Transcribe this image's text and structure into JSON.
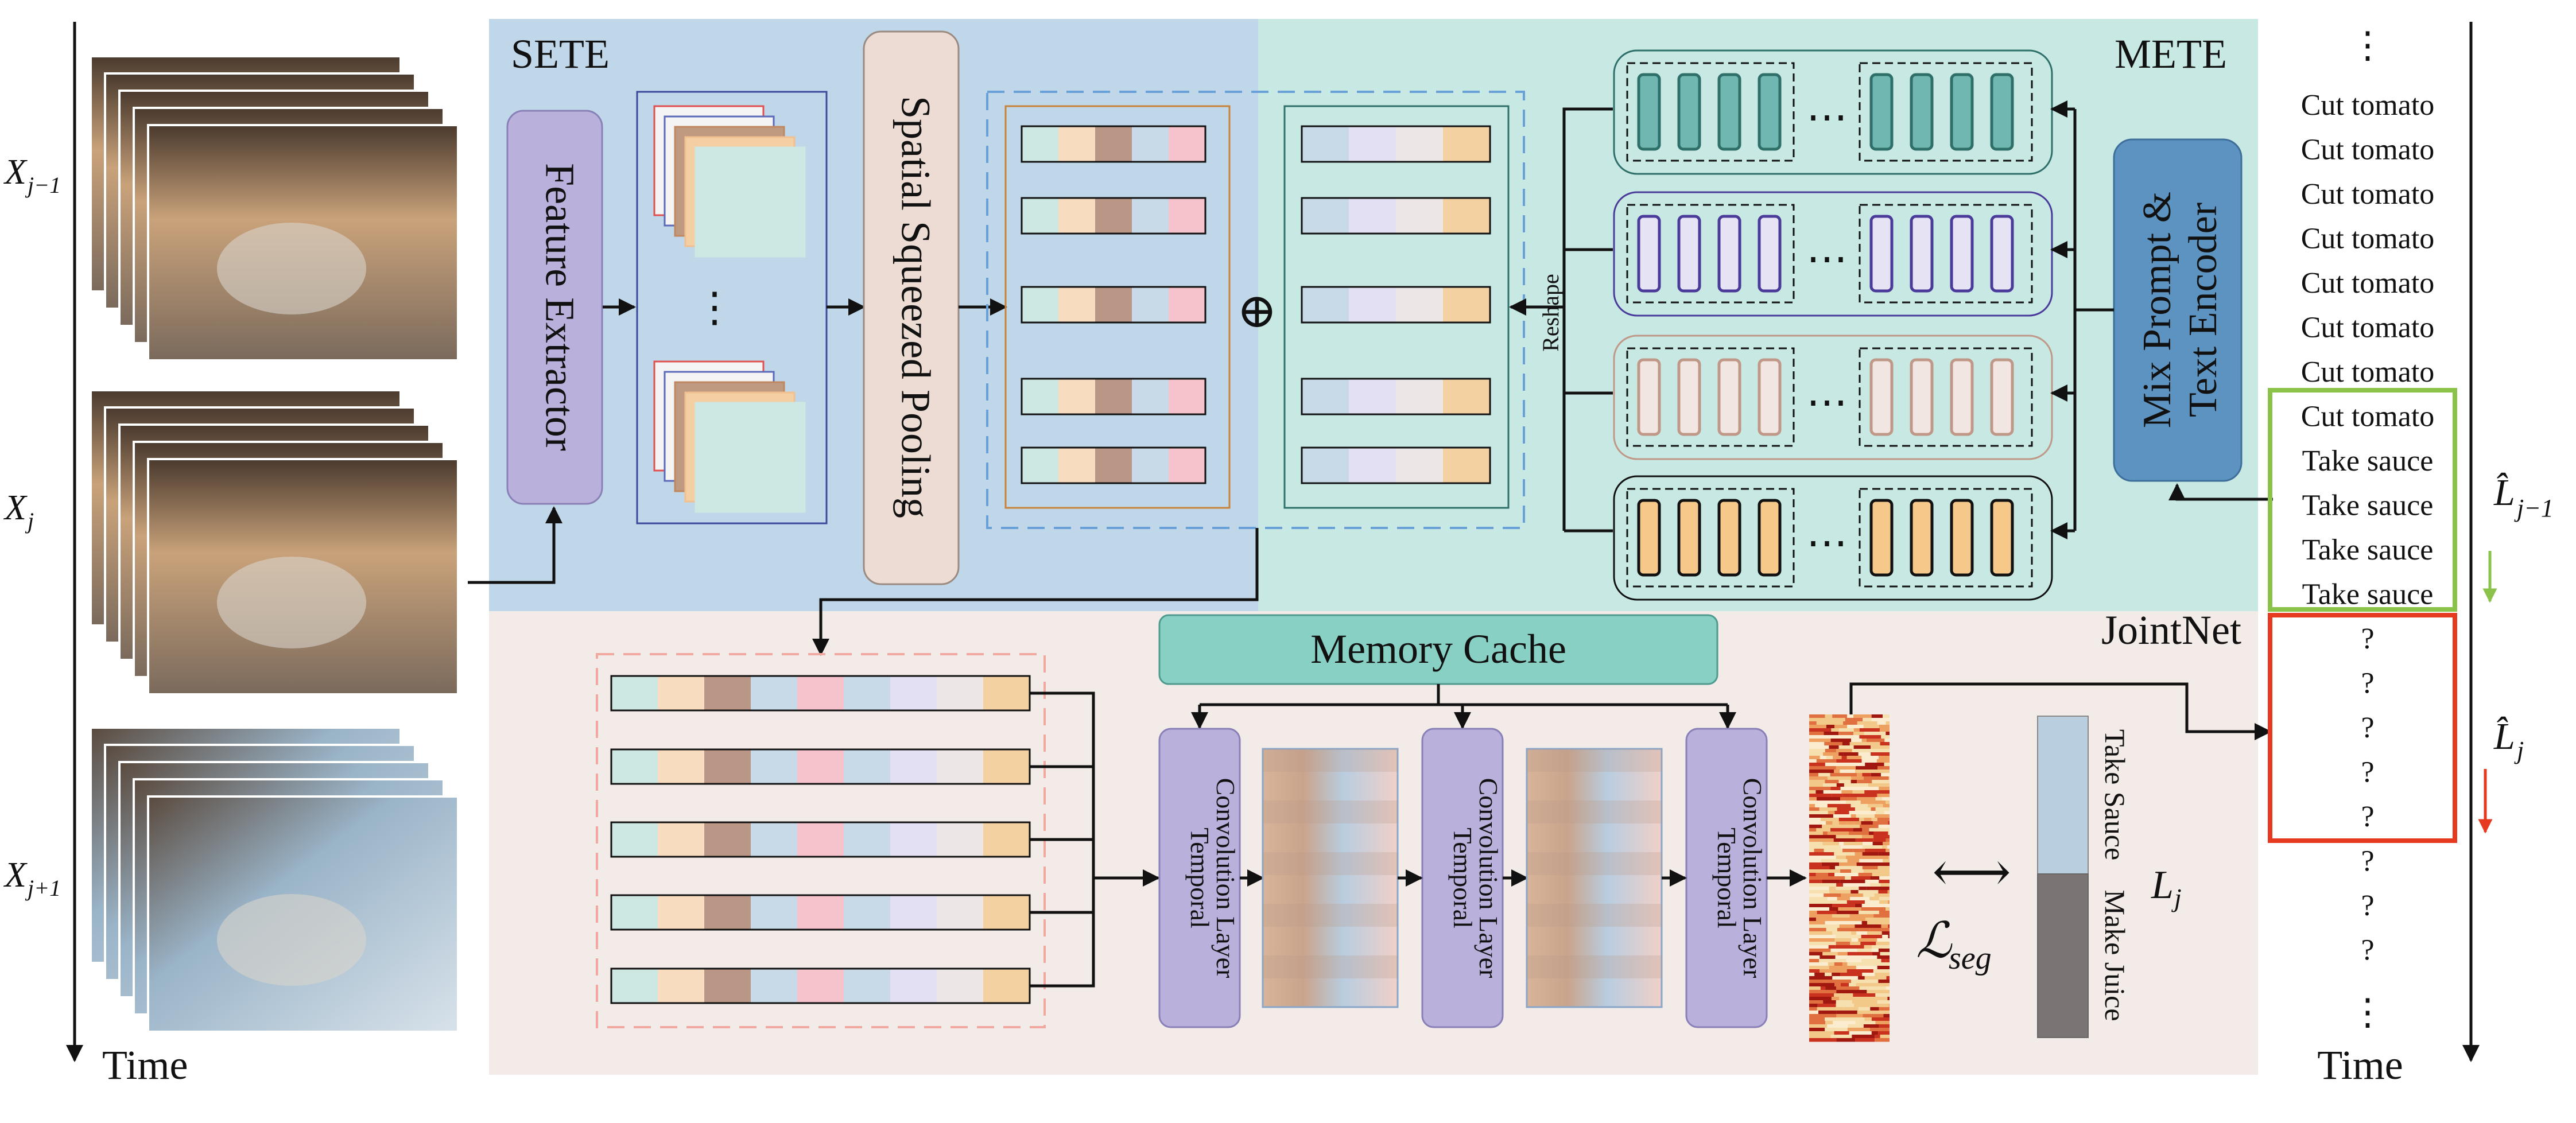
{
  "regions": {
    "sete": "SETE",
    "mete": "METE",
    "jointnet": "JointNet"
  },
  "left_axis": {
    "time_label": "Time",
    "frame_labels": [
      "X",
      "X",
      "X"
    ],
    "frame_subscripts": [
      "j−1",
      "j",
      "j+1"
    ]
  },
  "modules": {
    "feature_extractor": "Feature Extractor",
    "spatial_pooling": "Spatial Squeezed Pooling",
    "mix_prompt_line1": "Mix Prompt &",
    "mix_prompt_line2": "Text Encoder",
    "reshape": "Reshape",
    "memory_cache": "Memory Cache",
    "tcl_line1": "Temporal",
    "tcl_line2": "Convolution Layer",
    "oplus": "⊕",
    "dots": "⋯",
    "vdots": "⋮"
  },
  "loss": {
    "symbol": "ℒ",
    "subscript": "seg",
    "arrow": "⟷"
  },
  "ground_truth": {
    "L": "L",
    "subscript": "j",
    "segments": [
      "Take Sauce",
      "Make Juice"
    ]
  },
  "right_axis": {
    "time_label": "Time",
    "top_dots": "⋮",
    "bottom_dots": "⋮",
    "labels_prev": [
      "Cut tomato",
      "Cut tomato",
      "Cut tomato",
      "Cut tomato",
      "Cut tomato",
      "Cut tomato",
      "Cut tomato"
    ],
    "labels_green": [
      "Cut tomato",
      "Take sauce",
      "Take sauce",
      "Take sauce",
      "Take sauce"
    ],
    "labels_red": [
      "?",
      "?",
      "?",
      "?",
      "?"
    ],
    "labels_after": [
      "?",
      "?",
      "?"
    ],
    "lhat": "L̂",
    "lhat_prev_sub": "j−1",
    "lhat_cur_sub": "j"
  },
  "colors": {
    "sete_bg": "#bfd7e8",
    "mete_bg": "#c8e8e3",
    "joint_bg": "#f3ebe8",
    "purple_box": "#b9b1dc",
    "blue_box": "#5d93c1",
    "teal_box": "#88cfc4",
    "green": "#8bc34a",
    "red": "#e53a1f"
  }
}
